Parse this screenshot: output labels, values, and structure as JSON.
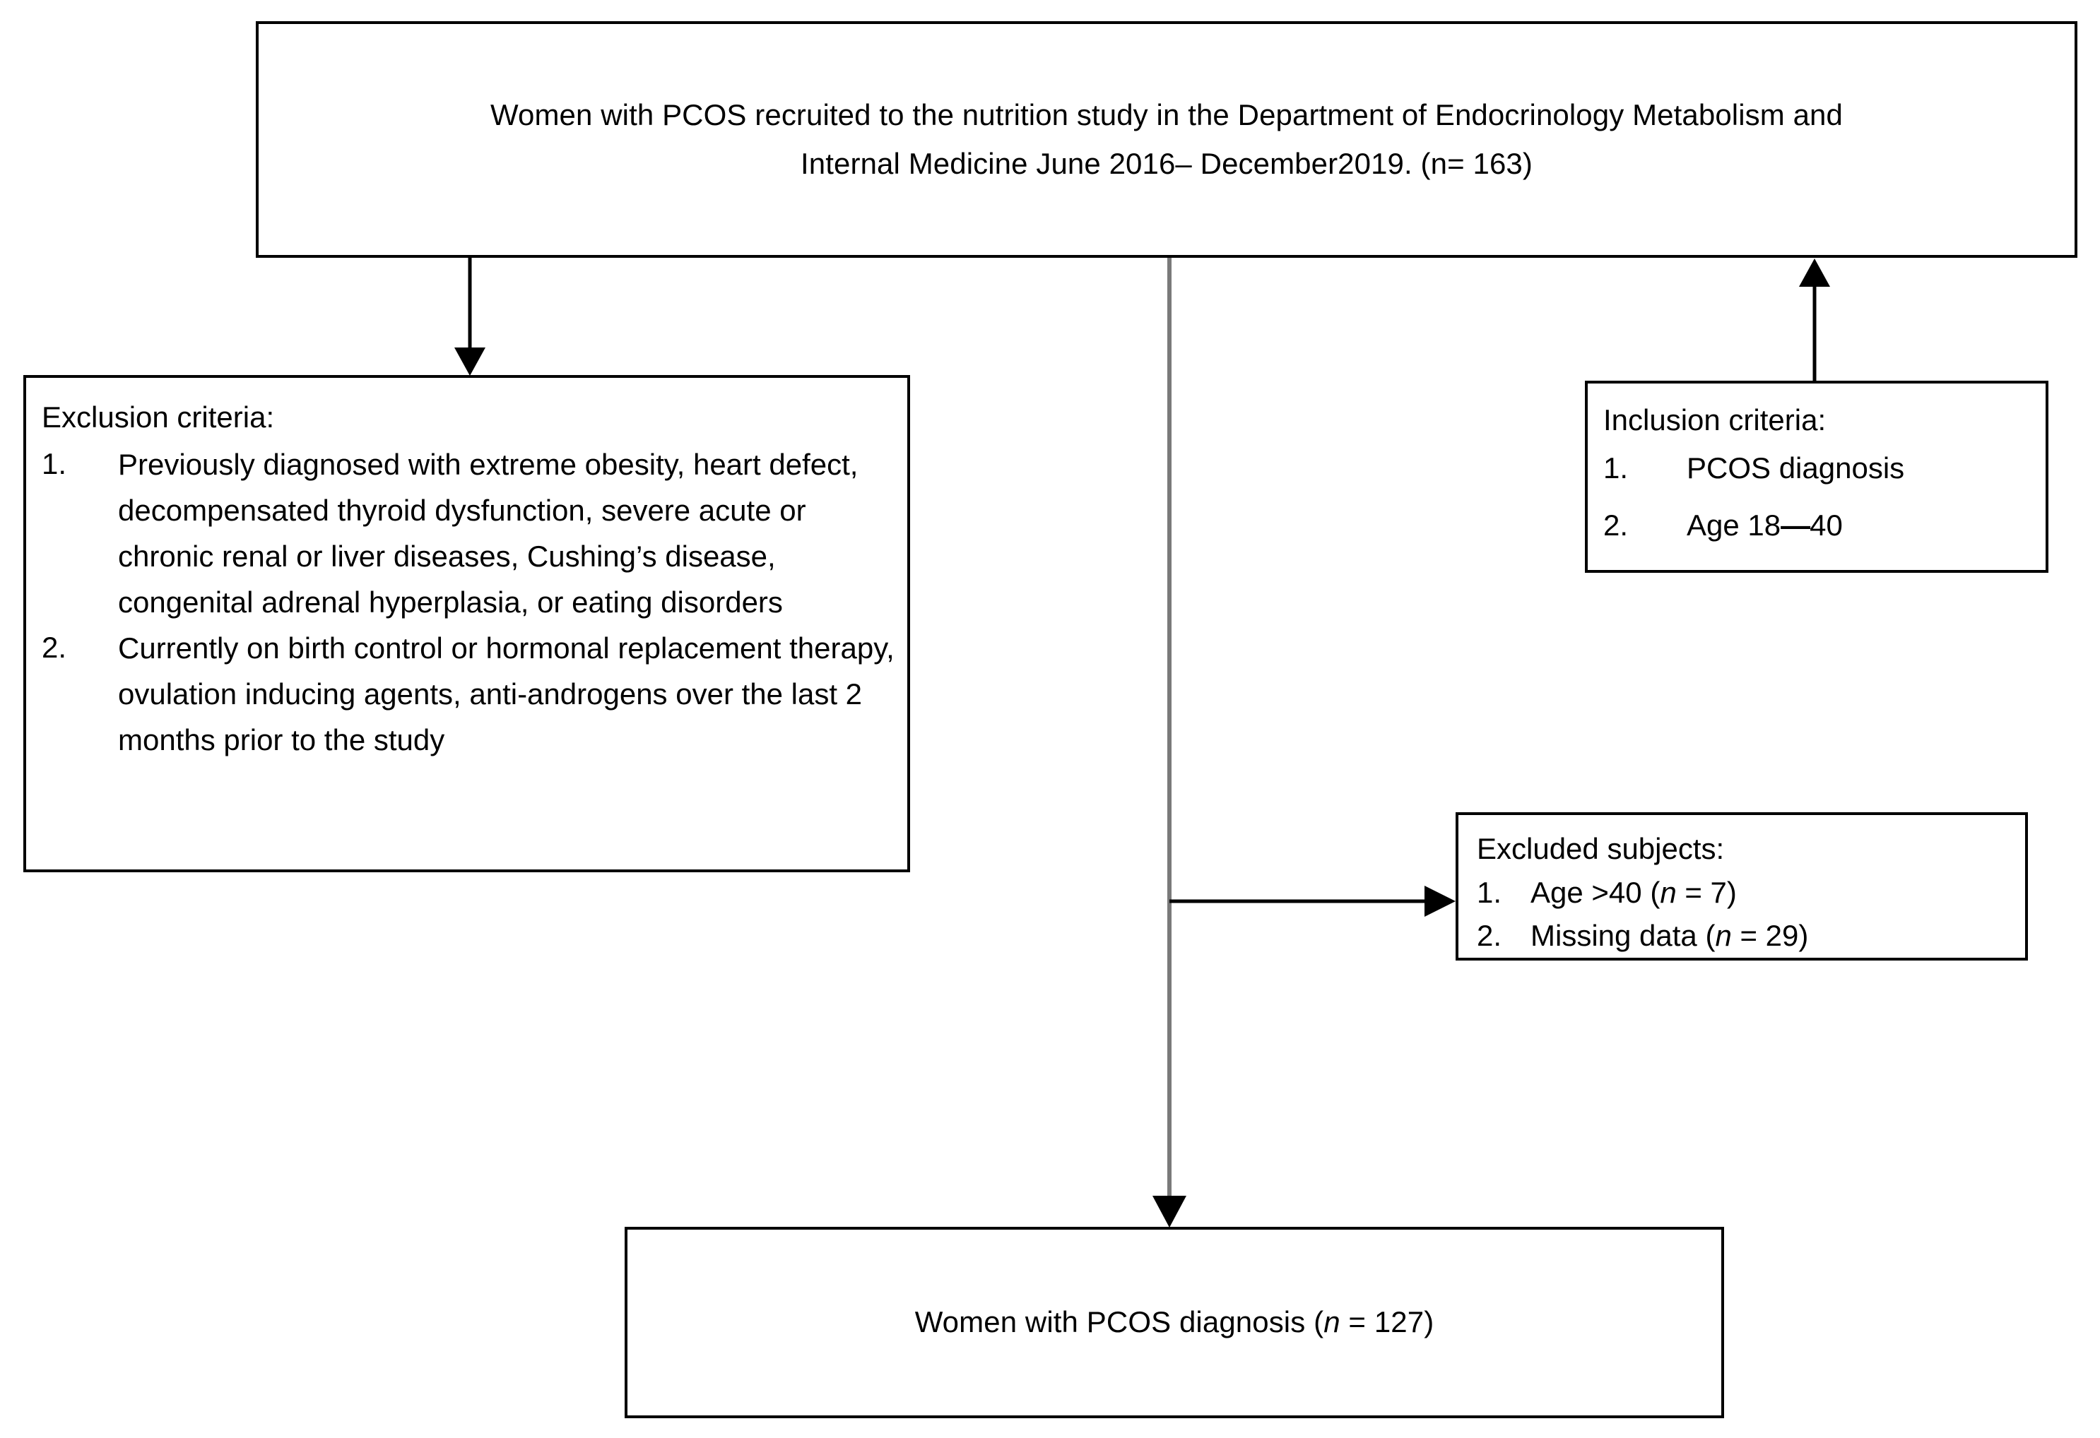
{
  "diagram": {
    "type": "flowchart",
    "title": "PCOS nutrition study participant flow",
    "colors": {
      "box_border": "#000000",
      "background": "#ffffff",
      "text": "#000000",
      "connector_dark": "#000000",
      "connector_gray": "#808080"
    }
  },
  "top_box": {
    "line1": "Women  with PCOS recruited to the nutrition  study in the  Department  of Endocrinology  Metabolism  and",
    "line2": "Internal Medicine June 2016– December2019.  (n= 163)",
    "total_recruited": 163
  },
  "exclusion_box": {
    "heading": "Exclusion criteria:",
    "items": [
      {
        "number": "1.",
        "text": "Previously diagnosed  with  extreme obesity, heart defect, decompensated thyroid dysfunction, severe acute or chronic renal or liver diseases, Cushing’s disease,  congenital adrenal hyperplasia, or eating disorders"
      },
      {
        "number": "2.",
        "text": "Currently on birth control or hormonal replacement therapy, ovulation  inducing agents, anti-androgens over the last 2 months prior to the study"
      }
    ]
  },
  "inclusion_box": {
    "heading": "Inclusion criteria:",
    "items": [
      {
        "number": "1.",
        "text": "PCOS diagnosis"
      },
      {
        "number": "2.",
        "text_prefix": "Age 18",
        "dash": "—",
        "text_suffix": "40"
      }
    ]
  },
  "excluded_box": {
    "heading": "Excluded subjects:",
    "items": [
      {
        "number": "1.",
        "prefix": "Age >40 (",
        "italic": "n",
        "suffix": " = 7)",
        "count": 7
      },
      {
        "number": "2.",
        "prefix": "Missing data (",
        "italic": "n",
        "suffix": " = 29)",
        "count": 29
      }
    ]
  },
  "bottom_box": {
    "prefix": "Women  with PCOS diagnosis (",
    "italic": "n",
    "suffix": " = 127)",
    "final_count": 127
  }
}
